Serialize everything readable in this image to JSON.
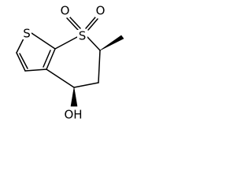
{
  "structure": {
    "atoms": {
      "S_thiophene": "S",
      "S_sulfone": "S",
      "O_sulfone_left": "O",
      "O_sulfone_right": "O",
      "O_hydroxyl": "OH"
    }
  },
  "colors": {
    "bond": "#000000",
    "background": "#ffffff"
  }
}
